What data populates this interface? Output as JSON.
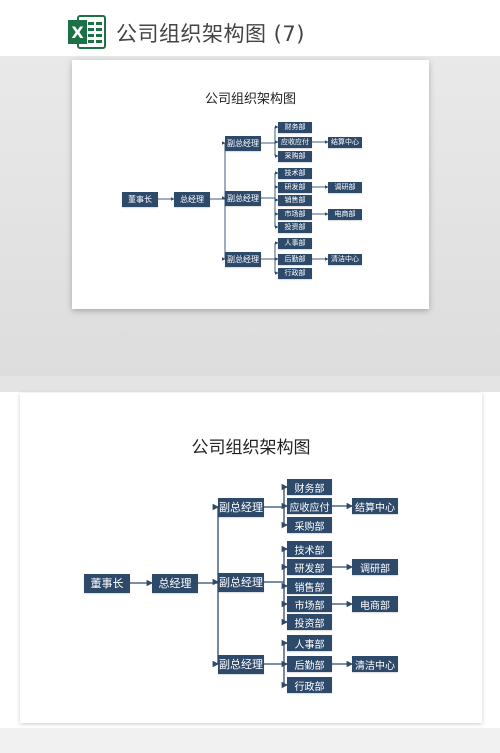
{
  "page": {
    "title": "公司组织架构图 (7)",
    "icon": "excel-icon",
    "icon_letter": "X"
  },
  "chart": {
    "title": "公司组织架构图",
    "root": "董事长",
    "ceo": "总经理",
    "vps": [
      {
        "label": "副总经理",
        "depts": [
          {
            "label": "财务部"
          },
          {
            "label": "应收应付",
            "sub": "结算中心"
          },
          {
            "label": "采购部"
          }
        ]
      },
      {
        "label": "副总经理",
        "depts": [
          {
            "label": "技术部"
          },
          {
            "label": "研发部",
            "sub": "调研部"
          },
          {
            "label": "销售部"
          },
          {
            "label": "市场部",
            "sub": "电商部"
          },
          {
            "label": "投资部"
          }
        ]
      },
      {
        "label": "副总经理",
        "depts": [
          {
            "label": "人事部"
          },
          {
            "label": "后勤部",
            "sub": "清洁中心"
          },
          {
            "label": "行政部"
          }
        ]
      }
    ]
  },
  "colors": {
    "node": "#2e4a6b",
    "line": "#2e4a6b"
  }
}
